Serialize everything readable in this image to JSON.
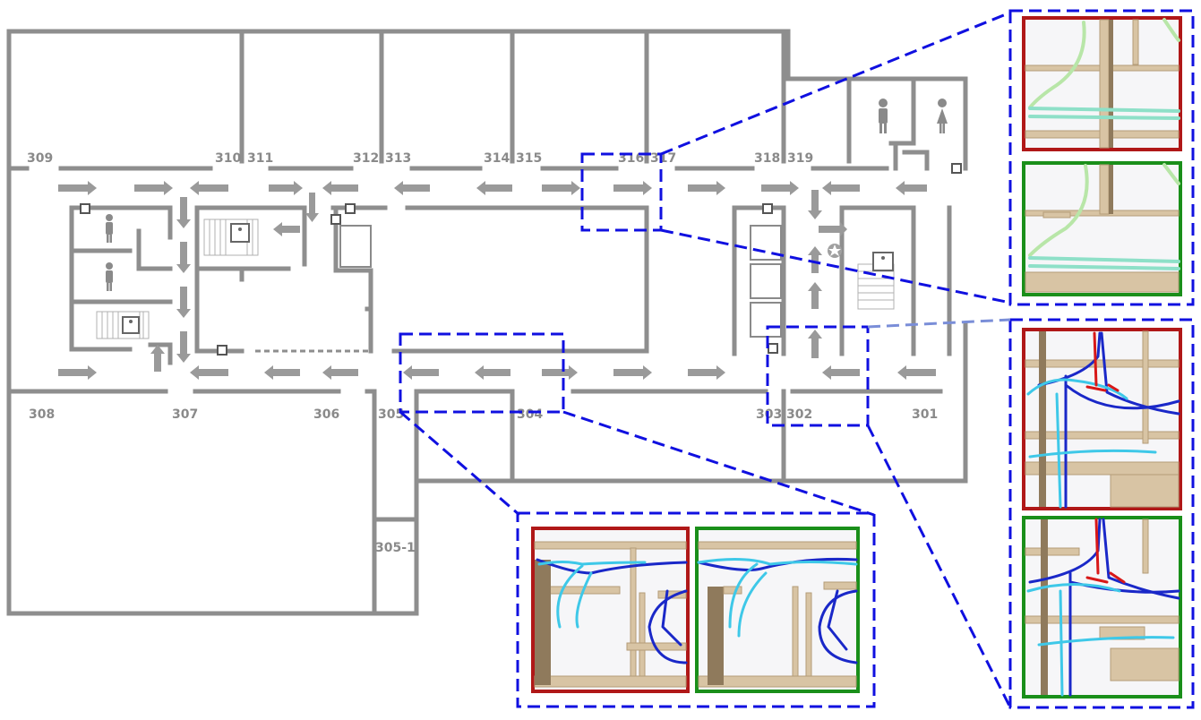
{
  "floor_plan": {
    "room_labels": {
      "r309": "309",
      "r310": "310",
      "r311": "311",
      "r312": "312",
      "r313": "313",
      "r314": "314",
      "r315": "315",
      "r316": "316",
      "r317": "317",
      "r318": "318",
      "r319": "319",
      "r308": "308",
      "r307": "307",
      "r306": "306",
      "r305": "305",
      "r304": "304",
      "r303": "303",
      "r302": "302",
      "r301": "301",
      "r305_1": "305-1"
    }
  },
  "colors": {
    "wall": "#8e8e8e",
    "highlight": "#1010e0",
    "frame_red": "#b01818",
    "frame_green": "#1a8f1a",
    "path_dark_blue": "#1a28c8",
    "path_cyan": "#3ec8e8",
    "path_red": "#d81818"
  },
  "icons": [
    "restroom-icon",
    "stairs-icon",
    "elevator-icon",
    "exit-sign-icon",
    "star-icon",
    "direction-arrow-icon"
  ]
}
